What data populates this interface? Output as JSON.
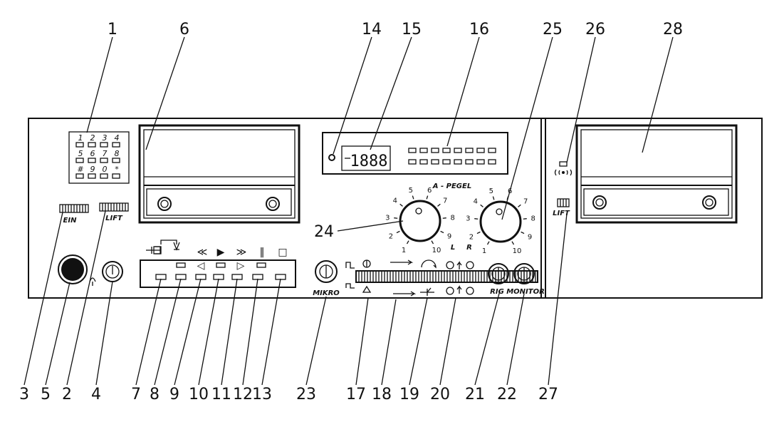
{
  "callouts": {
    "top": [
      "1",
      "6",
      "14",
      "15",
      "16",
      "25",
      "26",
      "28"
    ],
    "bottom": [
      "3",
      "5",
      "2",
      "4",
      "7",
      "8",
      "9",
      "10",
      "11",
      "12",
      "13",
      "23",
      "17",
      "18",
      "19",
      "20",
      "21",
      "22",
      "27"
    ],
    "left": [
      "24"
    ]
  },
  "keypad": {
    "keys": [
      "1",
      "2",
      "3",
      "4",
      "5",
      "6",
      "7",
      "8",
      "#",
      "9",
      "0",
      "*"
    ]
  },
  "labels": {
    "ein": "EIN",
    "lift_left": "LIFT",
    "lift_right": "LIFT",
    "mikro": "MIKRO",
    "rig": "RIG",
    "monitor": "MONITOR",
    "a_pegel": "A - PEGEL",
    "knob_left_channel": "L",
    "knob_right_channel": "R"
  },
  "display": {
    "digits": "1888"
  },
  "knob_left_ticks": [
    "1",
    "2",
    "3",
    "4",
    "5",
    "6",
    "7",
    "8",
    "9",
    "10"
  ],
  "knob_right_ticks": [
    "1",
    "2",
    "3",
    "4",
    "5",
    "6",
    "7",
    "8",
    "9",
    "10"
  ],
  "transport_symbols": {
    "top_row": [
      "◁",
      "▷"
    ],
    "header_row": [
      "≪",
      "▶",
      "≫",
      "‖",
      "□"
    ]
  }
}
